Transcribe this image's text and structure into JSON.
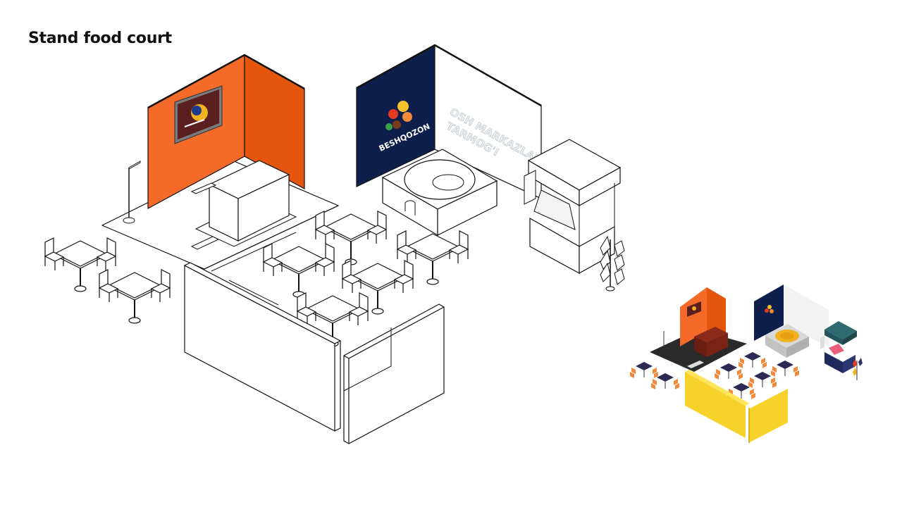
{
  "page": {
    "title": "Stand food court"
  },
  "brand": {
    "logo_text": "BESHQOZON",
    "wall_text_line1": "OSH MARKAZLARI",
    "wall_text_line2": "TARMOG'I"
  },
  "colors": {
    "orange": "#f0631c",
    "orange_dark": "#e4560e",
    "navy": "#0f1f4b",
    "yellow": "#f7d22a",
    "teal": "#2e6a70",
    "dark_floor": "#2a2a2a",
    "chair_orange": "#f08a3c",
    "table_navy": "#2c2a54"
  },
  "icons": {
    "logo": "beshqozon-dots-logo",
    "tv": "tv-screen-icon"
  }
}
